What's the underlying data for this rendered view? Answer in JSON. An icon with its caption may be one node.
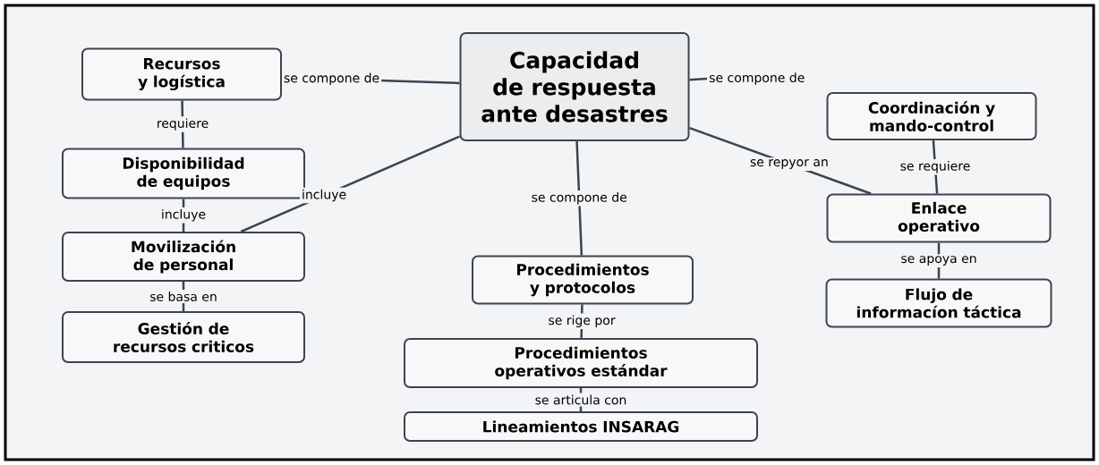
{
  "diagram": {
    "nodes": [
      {
        "text": [
          "Capacidad de respuesta ante desastres"
        ]
      },
      {
        "text": [
          "Recursos y logística"
        ]
      },
      {
        "text": [
          "Disponibilidad de equipos"
        ]
      },
      {
        "text": [
          "Movilización de personal"
        ]
      },
      {
        "text": [
          "Gestión de recursos criticos"
        ]
      },
      {
        "text": [
          "Procedimientos y protocolos"
        ]
      },
      {
        "text": [
          "Procedimientos operativos estándar"
        ]
      },
      {
        "text": [
          "Lineamientos INSARAG"
        ]
      },
      {
        "text": [
          "Coordinación y mando-control"
        ]
      },
      {
        "text": [
          "Enlace operativo"
        ]
      },
      {
        "text": [
          "Flujo de informacíon táctica"
        ]
      }
    ],
    "edges": [
      {
        "from": 0,
        "to": 1,
        "arrow": "none",
        "label": "se compone de"
      },
      {
        "from": 0,
        "to": null,
        "arrow": "none",
        "label": "se compone de"
      },
      {
        "from": 1,
        "to": 2,
        "arrow": "none",
        "label": "requiere"
      },
      {
        "from": 2,
        "to": 3,
        "arrow": "none",
        "label": "incluye"
      },
      {
        "from": 3,
        "to": 4,
        "arrow": "none",
        "label": "se basa en"
      },
      {
        "from": 0,
        "to": 3,
        "arrow": "none",
        "label": "incluye"
      },
      {
        "from": 0,
        "to": 5,
        "arrow": "none",
        "label": "se compone de"
      },
      {
        "from": 5,
        "to": 6,
        "arrow": "none",
        "label": "se rige por"
      },
      {
        "from": 6,
        "to": 7,
        "arrow": "none",
        "label": "se articula con"
      },
      {
        "from": 0,
        "to": 9,
        "arrow": "none",
        "label": "se repyor an"
      },
      {
        "from": 8,
        "to": 9,
        "arrow": "none",
        "label": "se requiere"
      },
      {
        "from": 9,
        "to": 10,
        "arrow": "none",
        "label": "se apoya en"
      }
    ]
  }
}
